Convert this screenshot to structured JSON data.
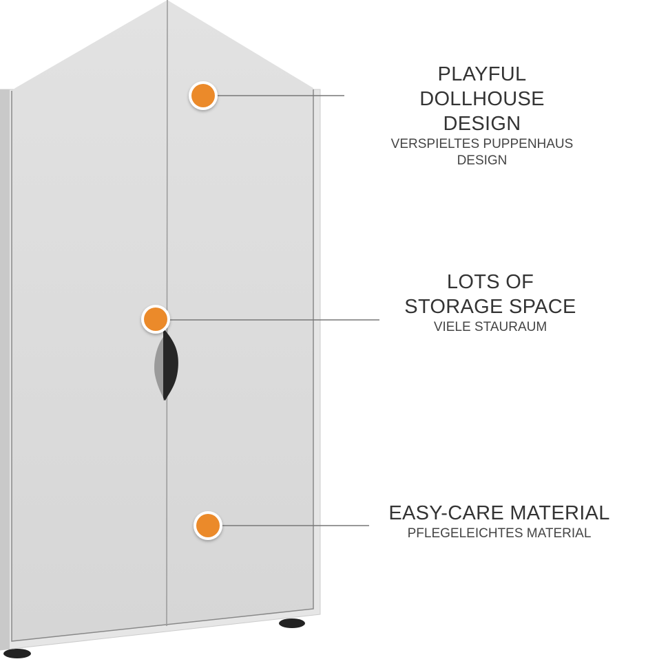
{
  "colors": {
    "accent": "#EB8A2B",
    "cabinet": "#DEDEDE",
    "line": "#777777",
    "text": "#333333"
  },
  "features": [
    {
      "title": "PLAYFUL DOLLHOUSE DESIGN",
      "subtitle": "VERSPIELTES PUPPENHAUS DESIGN"
    },
    {
      "title": "LOTS OF STORAGE SPACE",
      "subtitle": "VIELE STAURAUM"
    },
    {
      "title": "EASY-CARE MATERIAL",
      "subtitle": "PFLEGELEICHTES MATERIAL"
    }
  ]
}
